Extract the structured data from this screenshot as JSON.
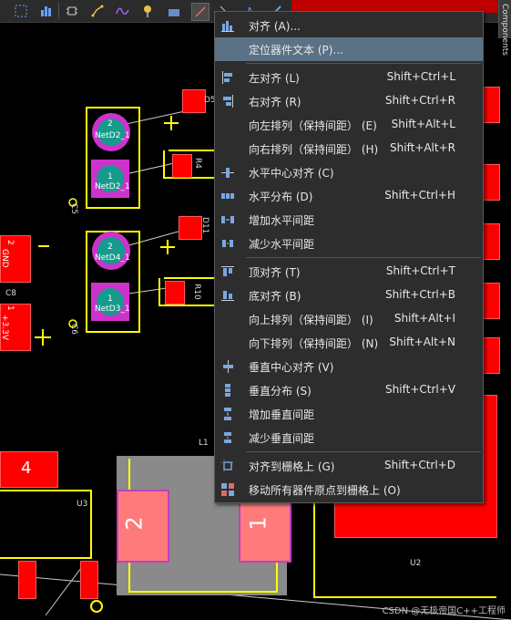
{
  "menu": {
    "items": [
      {
        "label": "对齐 (A)...",
        "shortcut": "",
        "icon": "bar-align-icon"
      },
      {
        "label": "定位器件文本 (P)...",
        "shortcut": "",
        "icon": "position-text-icon",
        "highlighted": true
      },
      {
        "label": "左对齐 (L)",
        "shortcut": "Shift+Ctrl+L",
        "icon": "align-left-icon"
      },
      {
        "label": "右对齐 (R)",
        "shortcut": "Shift+Ctrl+R",
        "icon": "align-right-icon"
      },
      {
        "label": "向左排列（保持间距） (E)",
        "shortcut": "Shift+Alt+L",
        "icon": ""
      },
      {
        "label": "向右排列（保持间距） (H)",
        "shortcut": "Shift+Alt+R",
        "icon": ""
      },
      {
        "label": "水平中心对齐 (C)",
        "shortcut": "",
        "icon": "align-hcenter-icon"
      },
      {
        "label": "水平分布 (D)",
        "shortcut": "Shift+Ctrl+H",
        "icon": "distribute-h-icon"
      },
      {
        "label": "增加水平间距",
        "shortcut": "",
        "icon": "increase-h-spacing-icon"
      },
      {
        "label": "减少水平间距",
        "shortcut": "",
        "icon": "decrease-h-spacing-icon"
      },
      {
        "label": "顶对齐 (T)",
        "shortcut": "Shift+Ctrl+T",
        "icon": "align-top-icon"
      },
      {
        "label": "底对齐 (B)",
        "shortcut": "Shift+Ctrl+B",
        "icon": "align-bottom-icon"
      },
      {
        "label": "向上排列（保持间距） (I)",
        "shortcut": "Shift+Alt+I",
        "icon": ""
      },
      {
        "label": "向下排列（保持间距） (N)",
        "shortcut": "Shift+Alt+N",
        "icon": ""
      },
      {
        "label": "垂直中心对齐 (V)",
        "shortcut": "",
        "icon": "align-vcenter-icon"
      },
      {
        "label": "垂直分布 (S)",
        "shortcut": "Shift+Ctrl+V",
        "icon": "distribute-v-icon"
      },
      {
        "label": "增加垂直间距",
        "shortcut": "",
        "icon": "increase-v-spacing-icon"
      },
      {
        "label": "减少垂直间距",
        "shortcut": "",
        "icon": "decrease-v-spacing-icon"
      },
      {
        "label": "对齐到栅格上 (G)",
        "shortcut": "Shift+Ctrl+D",
        "icon": "align-grid-icon"
      },
      {
        "label": "移动所有器件原点到栅格上 (O)",
        "shortcut": "",
        "icon": "move-origin-grid-icon"
      }
    ]
  },
  "pcb": {
    "pad_labels": [
      "2",
      "NetD2_1",
      "1",
      "NetD2_1",
      "2",
      "NetD4_1",
      "1",
      "NetD3_1"
    ],
    "gnd_label": "GND",
    "gnd_pin": "2",
    "v33_label": "+3.3V",
    "v33_pin": "1",
    "c8": "C8",
    "d5": "D5",
    "r4": "R4",
    "d11": "D11",
    "r10": "R10",
    "c5": "C5",
    "c6": "C6",
    "l1": "L1",
    "u3": "U3",
    "u2": "U2",
    "pin4": "4",
    "pin2": "2",
    "pin1": "1"
  },
  "sidebar_tab": "Components",
  "watermark": "CSDN @无极帝国C++工程师",
  "colors": {
    "pad": "#ff0000",
    "silk": "#ffff00",
    "highlight": "#5a7186"
  }
}
